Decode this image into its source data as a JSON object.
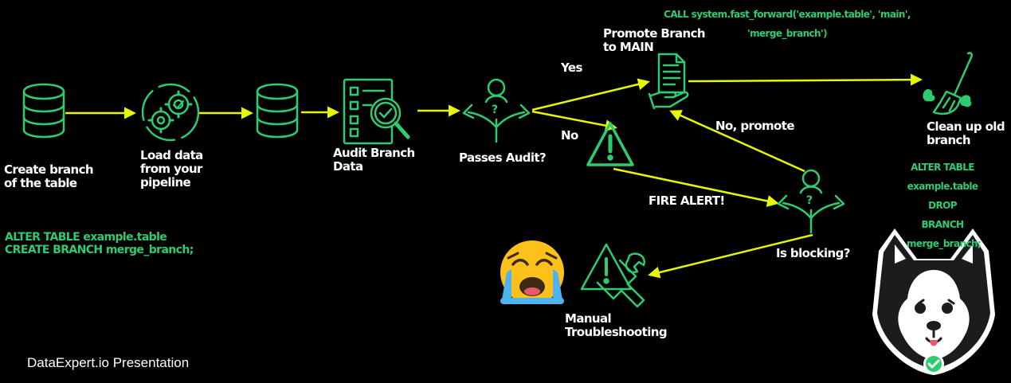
{
  "nodes": {
    "create_branch": "Create branch\nof the table",
    "load_data": "Load data\nfrom your\npipeline",
    "audit_branch": "Audit Branch\nData",
    "passes_audit": "Passes Audit?",
    "promote_branch": "Promote Branch\nto MAIN",
    "clean_up": "Clean up old\nbranch",
    "is_blocking": "Is blocking?",
    "manual_troubleshooting": "Manual\nTroubleshooting"
  },
  "edges": {
    "yes": "Yes",
    "no": "No",
    "no_promote": "No, promote",
    "fire_alert": "FIRE ALERT!"
  },
  "code": {
    "create_branch_sql": "ALTER TABLE example.table\nCREATE BRANCH merge_branch;",
    "fast_forward_sql": "CALL system.fast_forward('example.table', 'main',\n'merge_branch')",
    "drop_branch_sql": "ALTER TABLE\nexample.table\nDROP BRANCH\nmerge_branch;"
  },
  "footer": "DataExpert.io Presentation",
  "colors": {
    "background": "#000000",
    "accent": "#2ecc71",
    "arrow": "#e6f700",
    "text": "#ffffff"
  }
}
